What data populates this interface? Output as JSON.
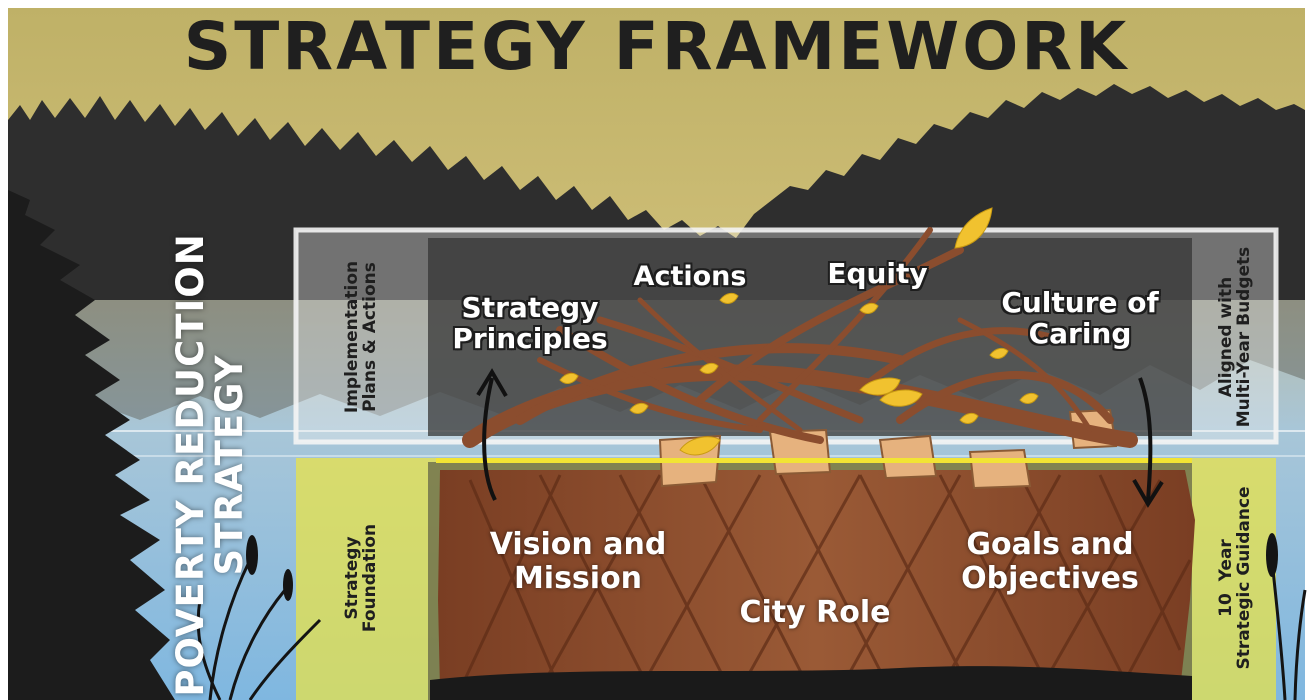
{
  "title": "STRATEGY FRAMEWORK",
  "side_title_line1": "POVERTY REDUCTION",
  "side_title_line2": "STRATEGY",
  "left_labels": {
    "implementation": [
      "Implementation",
      "Plans & Actions"
    ],
    "foundation": [
      "Strategy",
      "Foundation"
    ]
  },
  "right_labels": {
    "aligned": [
      "Aligned with",
      "Multi-Year Budgets"
    ],
    "guidance": [
      "10  Year",
      "Strategic Guidance"
    ]
  },
  "upper_labels": {
    "actions": "Actions",
    "equity": "Equity",
    "principles": [
      "Strategy",
      "Principles"
    ],
    "caring": [
      "Culture of",
      "Caring"
    ]
  },
  "lower_labels": {
    "vision": [
      "Vision and",
      "Mission"
    ],
    "goals": [
      "Goals and",
      "Objectives"
    ],
    "city": "City Role"
  },
  "colors": {
    "sky_top": "#bfb167",
    "sky_bottom": "#cdbd74",
    "forest": "#2c2c2c",
    "water": "#9cc7e6",
    "upper_frame": "#e9e9e9",
    "lower_frame": "#efe642",
    "wood": "#8a4b2d",
    "leaf": "#f1c22f"
  }
}
